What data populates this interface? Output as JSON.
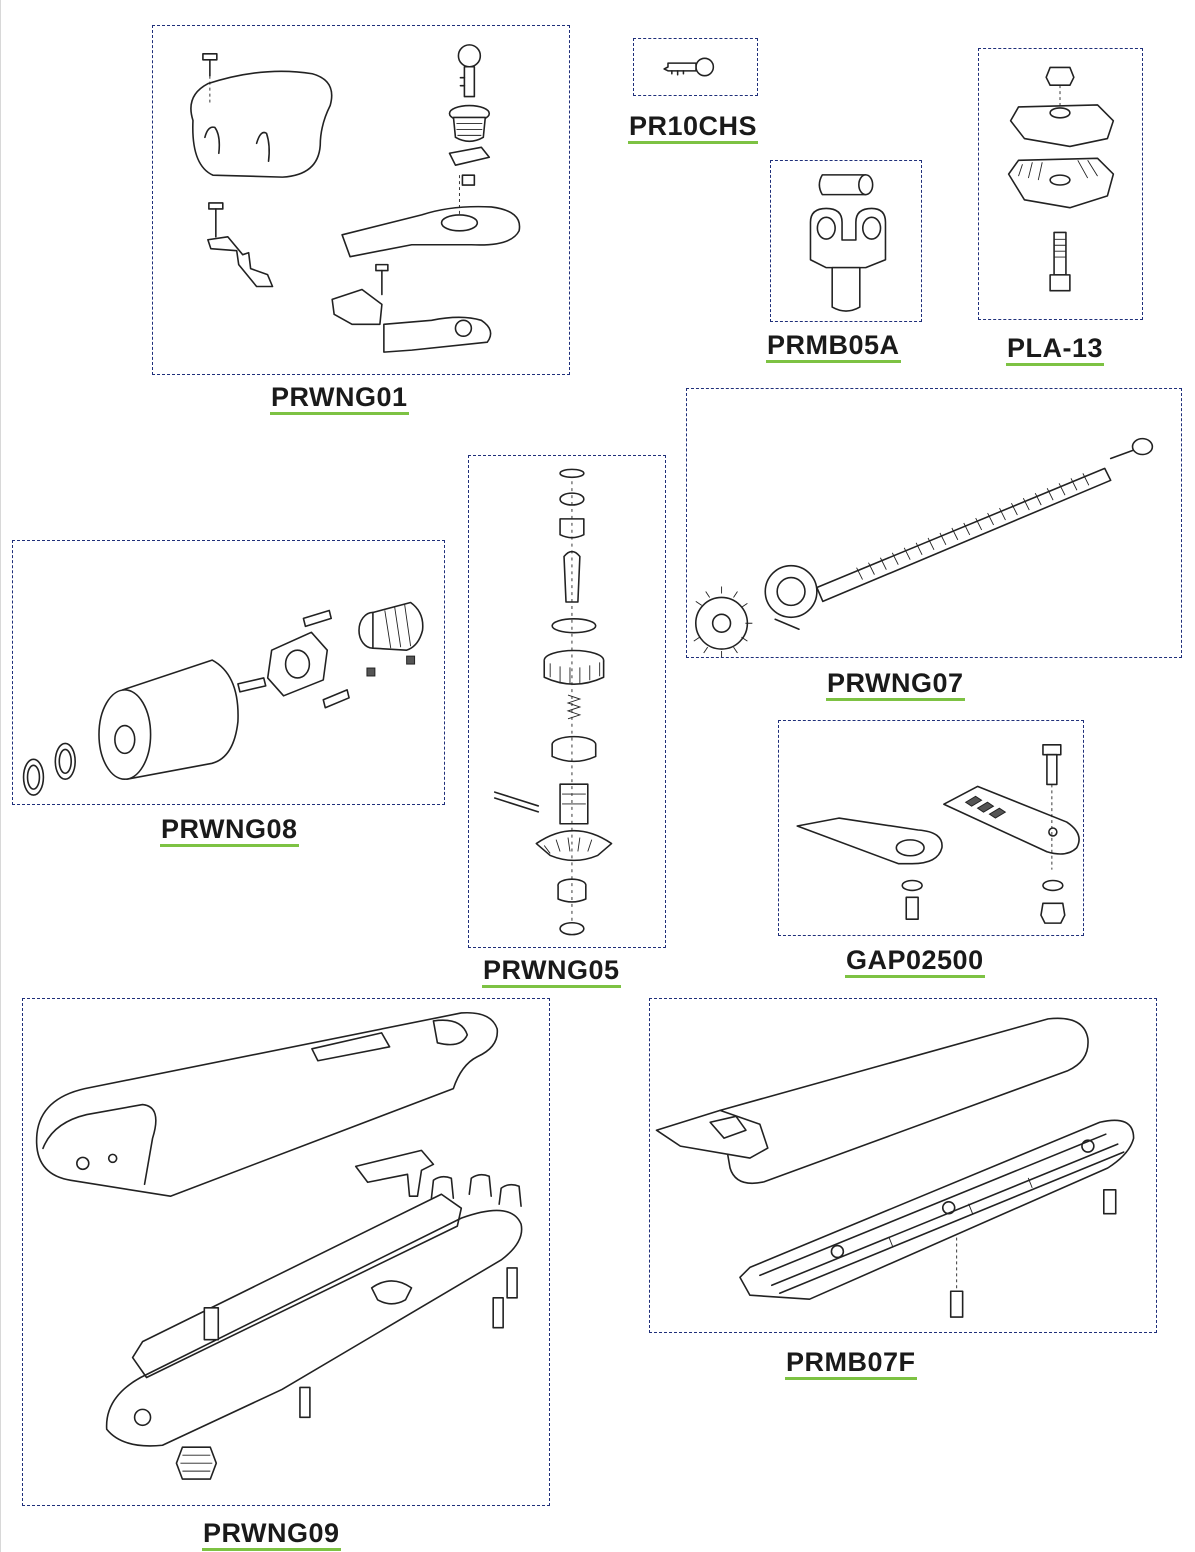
{
  "parts": {
    "prwng01": {
      "code": "PRWNG01"
    },
    "pr10chs": {
      "code": "PR10CHS"
    },
    "prmb05a": {
      "code": "PRMB05A"
    },
    "pla13": {
      "code": "PLA-13"
    },
    "prwng07": {
      "code": "PRWNG07"
    },
    "prwng08": {
      "code": "PRWNG08"
    },
    "prwng05": {
      "code": "PRWNG05"
    },
    "gap02500": {
      "code": "GAP02500"
    },
    "prwng09": {
      "code": "PRWNG09"
    },
    "prmb07f": {
      "code": "PRMB07F"
    }
  },
  "colors": {
    "frame": "#1f2f7a",
    "underline": "#7dc243",
    "text": "#1a1a1a"
  }
}
